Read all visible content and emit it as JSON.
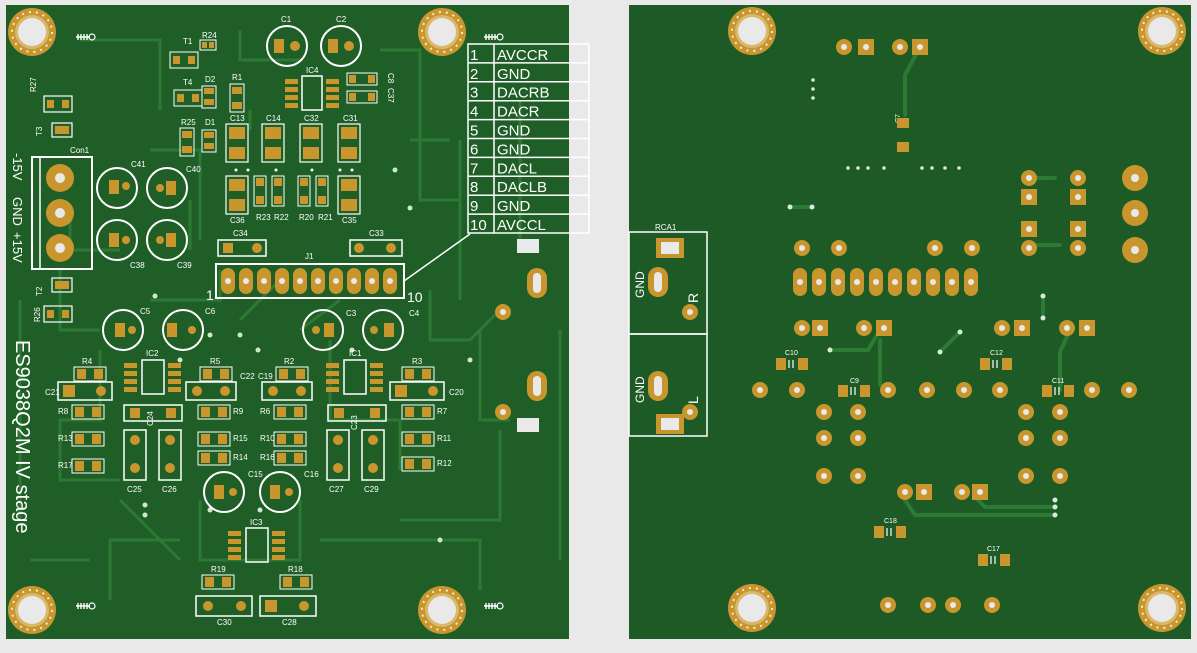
{
  "colors": {
    "background": "#e9e9e9",
    "board": "#1f5e27",
    "board_back": "#1d5a25",
    "trace": "#2e7d36",
    "copper_pad": "#c9962e",
    "silkscreen": "#ffffff",
    "pad_hole": "#e9e9e9"
  },
  "front": {
    "board_title": "ES9038Q2M IV stage",
    "power_labels": [
      "-15V",
      "GND",
      "+15V"
    ],
    "connector_label": "Con1",
    "header_label": "J1",
    "header_pin_first": "1",
    "header_pin_last": "10",
    "pinout": [
      {
        "num": "1",
        "name": "AVCCR"
      },
      {
        "num": "2",
        "name": "GND"
      },
      {
        "num": "3",
        "name": "DACRB"
      },
      {
        "num": "4",
        "name": "DACR"
      },
      {
        "num": "5",
        "name": "GND"
      },
      {
        "num": "6",
        "name": "GND"
      },
      {
        "num": "7",
        "name": "DACL"
      },
      {
        "num": "8",
        "name": "DACLB"
      },
      {
        "num": "9",
        "name": "GND"
      },
      {
        "num": "10",
        "name": "AVCCL"
      }
    ],
    "refs": {
      "c1": "C1",
      "c2": "C2",
      "c3": "C3",
      "c4": "C4",
      "c5": "C5",
      "c6": "C6",
      "c8": "C8",
      "c37": "C37",
      "c13": "C13",
      "c14": "C14",
      "c32": "C32",
      "c31": "C31",
      "c36": "C36",
      "c35": "C35",
      "c34": "C34",
      "c33": "C33",
      "c38": "C38",
      "c39": "C39",
      "c40": "C40",
      "c41": "C41",
      "c15": "C15",
      "c16": "C16",
      "c19": "C19",
      "c20": "C20",
      "c21": "C21",
      "c22": "C22",
      "c23": "C23",
      "c24": "C24",
      "c25": "C25",
      "c26": "C26",
      "c27": "C27",
      "c28": "C28",
      "c29": "C29",
      "c30": "C30",
      "r1": "R1",
      "r2": "R2",
      "r3": "R3",
      "r4": "R4",
      "r5": "R5",
      "r6": "R6",
      "r7": "R7",
      "r8": "R8",
      "r9": "R9",
      "r10": "R10",
      "r11": "R11",
      "r12": "R12",
      "r13": "R13",
      "r14": "R14",
      "r15": "R15",
      "r16": "R16",
      "r17": "R17",
      "r18": "R18",
      "r19": "R19",
      "r20": "R20",
      "r21": "R21",
      "r22": "R22",
      "r23": "R23",
      "r24": "R24",
      "r25": "R25",
      "r26": "R26",
      "r27": "R27",
      "ic1": "IC1",
      "ic2": "IC2",
      "ic3": "IC3",
      "ic4": "IC4",
      "t1": "T1",
      "t2": "T2",
      "t3": "T3",
      "t4": "T4",
      "d1": "D1",
      "d2": "D2"
    }
  },
  "back": {
    "rca_label": "RCA1",
    "gnd_top": "GND",
    "gnd_bottom": "GND",
    "right_label": "R",
    "left_label": "L",
    "refs": {
      "c7": "C7",
      "c9": "C9",
      "c10": "C10",
      "c11": "C11",
      "c12": "C12",
      "c17": "C17",
      "c18": "C18"
    }
  }
}
